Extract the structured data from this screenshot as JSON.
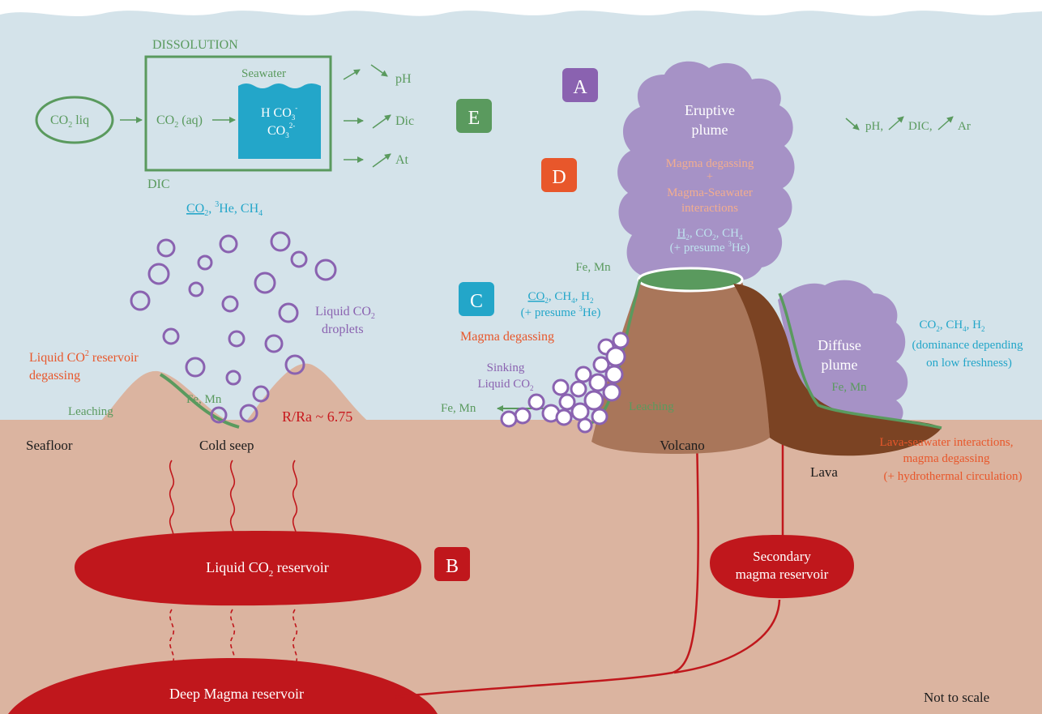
{
  "colors": {
    "sea": "#d4e3ea",
    "seafloor": "#dbb4a0",
    "reservoir_red": "#c0171c",
    "plume_purple": "#a692c6",
    "volcano_brown": "#a9765a",
    "lava_brown": "#7b4323",
    "green": "#5a9a5e",
    "cyan_box": "#23a6c9",
    "orange_box": "#e8572b",
    "purple_box": "#8a62b0"
  },
  "dissolution": {
    "title": "DISSOLUTION",
    "dic_label": "DIC",
    "co2_liq": "CO",
    "co2_liq_sub": "2",
    "co2_liq_tail": " liq",
    "co2_aq": "CO",
    "co2_aq_sub": "2",
    "co2_aq_tail": " (aq)",
    "seawater": "Seawater",
    "hco3": "H CO",
    "hco3_sub": "3",
    "hco3_sup": "-",
    "co3": "CO",
    "co3_sub": "3",
    "co3_sup": "2-",
    "out_ph": "pH",
    "out_dic": "Dic",
    "out_at": "At"
  },
  "letters": {
    "a": "A",
    "b": "B",
    "c": "C",
    "d": "D",
    "e": "E"
  },
  "top_right_trend": {
    "ph": "pH,",
    "dic": "DIC,",
    "ar": "Ar"
  },
  "cold_seep": {
    "gases_co2": "CO",
    "gases_co2_sub": "2",
    "gases_he": ", ",
    "gases_he_sup": "3",
    "gases_he_tail": "He, CH",
    "gases_ch4_sub": "4",
    "droplets_line1": "Liquid CO",
    "droplets_sub": "2",
    "droplets_line2": "droplets",
    "reservoir_degas_line1": "Liquid CO",
    "reservoir_degas_sup": "2",
    "reservoir_degas_tail": " reservoir",
    "reservoir_degas_line2": "degassing",
    "leaching": "Leaching",
    "fe_mn": "Fe, Mn",
    "rra": "R/Ra ~ 6.75",
    "seafloor": "Seafloor",
    "cold_seep": "Cold seep"
  },
  "volcano": {
    "eruptive_line1": "Eruptive",
    "eruptive_line2": "plume",
    "magma_degassing": "Magma degassing",
    "plus": "+",
    "interactions_line1": "Magma-Seawater",
    "interactions_line2": "interactions",
    "plume_gases_h": "H",
    "plume_gases_h_sub": "2",
    "plume_gases_co2": ", CO",
    "plume_gases_co2_sub": "2",
    "plume_gases_ch4": ", CH",
    "plume_gases_ch4_sub": "4",
    "plume_presume": "(+ presume ",
    "plume_presume_sup": "3",
    "plume_presume_tail": "He)",
    "fe_mn_top": "Fe, Mn",
    "c_gases_co2": "CO",
    "c_gases_co2_sub": "2",
    "c_gases_ch4": ", CH",
    "c_gases_ch4_sub": "4",
    "c_gases_h2": ", H",
    "c_gases_h2_sub": "2",
    "c_presume": "(+ presume ",
    "c_presume_sup": "3",
    "c_presume_tail": "He)",
    "c_magma_degassing": "Magma degassing",
    "sinking_line1": "Sinking",
    "sinking_line2": "Liquid CO",
    "sinking_sub": "2",
    "fe_mn_left": "Fe, Mn",
    "leaching": "Leaching",
    "volcano": "Volcano",
    "diffuse_line1": "Diffuse",
    "diffuse_line2": "plume",
    "diffuse_fe_mn": "Fe, Mn",
    "diffuse_gases": "CO",
    "diffuse_gases_sub": "2",
    "diffuse_gases_ch4": ", CH",
    "diffuse_gases_ch4_sub": "4",
    "diffuse_gases_h2": ", H",
    "diffuse_gases_h2_sub": "2",
    "dominance_line1": "(dominance depending",
    "dominance_line2": "on low freshness)",
    "lava": "Lava",
    "lava_int_line1": "Lava-seawater interactions,",
    "lava_int_line2": "magma degassing",
    "lava_int_line3": "(+ hydrothermal circulation)"
  },
  "reservoirs": {
    "liquid_co2": "Liquid CO",
    "liquid_co2_sub": "2",
    "liquid_co2_tail": " reservoir",
    "secondary_line1": "Secondary",
    "secondary_line2": "magma reservoir",
    "deep": "Deep Magma reservoir"
  },
  "footer": {
    "scale": "Not to scale"
  }
}
